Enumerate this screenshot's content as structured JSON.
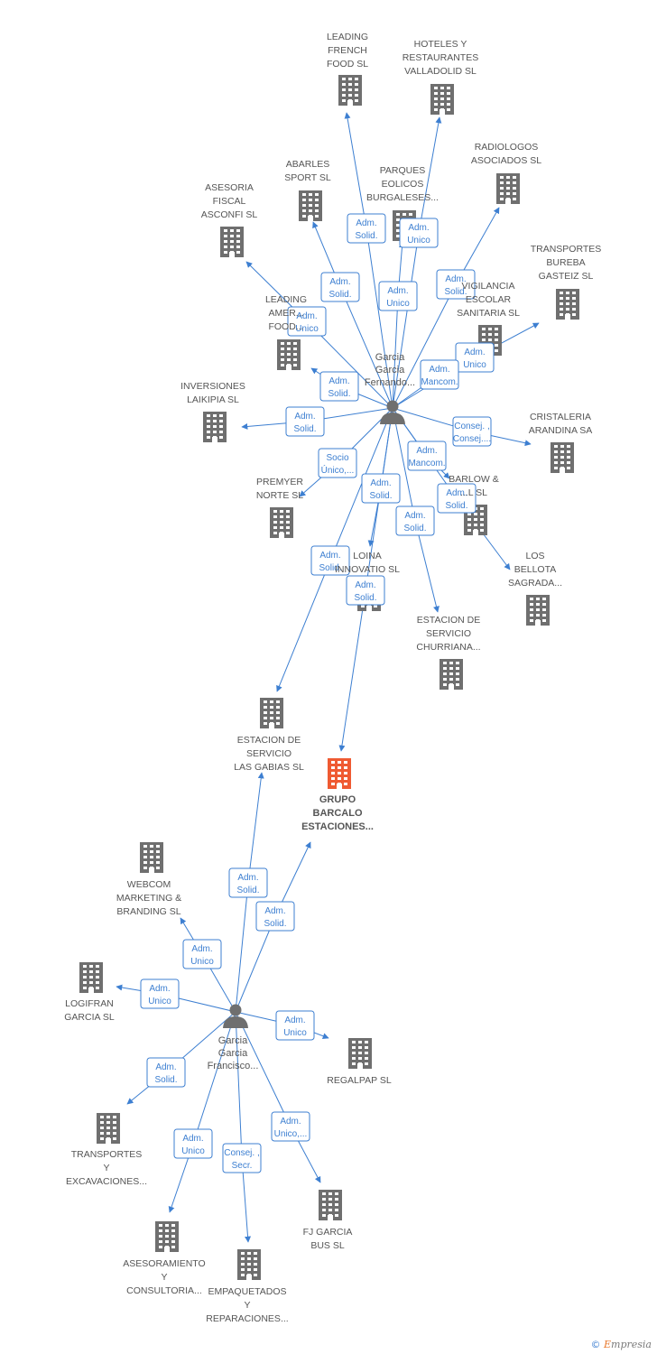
{
  "colors": {
    "edge": "#3d7fd1",
    "building": "#6f6f6f",
    "center_building": "#ef5a32",
    "person": "#6f6f6f",
    "label": "#555555"
  },
  "persons": [
    {
      "id": "p1",
      "name": "Garcia Garcia Fernando...",
      "lines": [
        "Garcia",
        "Garcia",
        "Fernando..."
      ]
    },
    {
      "id": "p2",
      "name": "Garcia Garcia Francisco...",
      "lines": [
        "Garcia",
        "Garcia",
        "Francisco..."
      ]
    }
  ],
  "center": {
    "id": "c0",
    "lines": [
      "GRUPO",
      "BARCALO",
      "ESTACIONES..."
    ]
  },
  "companies": [
    {
      "id": "c1",
      "lines": [
        "LEADING",
        "FRENCH",
        "FOOD SL"
      ]
    },
    {
      "id": "c2",
      "lines": [
        "HOTELES Y",
        "RESTAURANTES",
        "VALLADOLID SL"
      ]
    },
    {
      "id": "c3",
      "lines": [
        "RADIOLOGOS",
        "ASOCIADOS  SL"
      ]
    },
    {
      "id": "c4",
      "lines": [
        "ABARLES",
        "SPORT  SL"
      ]
    },
    {
      "id": "c5",
      "lines": [
        "PARQUES",
        "EOLICOS",
        "BURGALESES..."
      ]
    },
    {
      "id": "c6",
      "lines": [
        "ASESORIA",
        "FISCAL",
        "ASCONFI  SL"
      ]
    },
    {
      "id": "c7",
      "lines": [
        "TRANSPORTES",
        "BUREBA",
        "GASTEIZ SL"
      ]
    },
    {
      "id": "c8",
      "lines": [
        "LEADING",
        "AMER...",
        "FOOD..."
      ]
    },
    {
      "id": "c9",
      "lines": [
        "VIGILANCIA",
        "ESCOLAR",
        "SANITARIA SL"
      ]
    },
    {
      "id": "c10",
      "lines": [
        "INVERSIONES",
        "LAIKIPIA  SL"
      ]
    },
    {
      "id": "c11",
      "lines": [
        "CRISTALERIA",
        "ARANDINA SA"
      ]
    },
    {
      "id": "c12",
      "lines": [
        "PREMYER",
        "NORTE SL"
      ]
    },
    {
      "id": "c13",
      "lines": [
        "BARLOW &",
        "...L SL"
      ]
    },
    {
      "id": "c14",
      "lines": [
        "LOINA",
        "INNOVATIO SL"
      ]
    },
    {
      "id": "c15",
      "lines": [
        "LOS",
        "BELLOTA",
        "SAGRADA..."
      ]
    },
    {
      "id": "c16",
      "lines": [
        "ESTACION DE",
        "SERVICIO",
        "CHURRIANA..."
      ]
    },
    {
      "id": "c17",
      "lines": [
        "ESTACION DE",
        "SERVICIO",
        "LAS GABIAS SL"
      ]
    },
    {
      "id": "c18",
      "lines": [
        "WEBCOM",
        "MARKETING &",
        "BRANDING  SL"
      ]
    },
    {
      "id": "c19",
      "lines": [
        "LOGIFRAN",
        "GARCIA SL"
      ]
    },
    {
      "id": "c20",
      "lines": [
        "REGALPAP SL"
      ]
    },
    {
      "id": "c21",
      "lines": [
        "TRANSPORTES",
        "Y",
        "EXCAVACIONES..."
      ]
    },
    {
      "id": "c22",
      "lines": [
        "ASESORAMIENTO",
        "Y",
        "CONSULTORIA..."
      ]
    },
    {
      "id": "c23",
      "lines": [
        "EMPAQUETADOS",
        "Y",
        "REPARACIONES..."
      ]
    },
    {
      "id": "c24",
      "lines": [
        "FJ GARCIA",
        "BUS  SL"
      ]
    }
  ],
  "edges": [
    {
      "from": "p1",
      "to": "c1",
      "label": [
        "Adm.",
        "Solid."
      ]
    },
    {
      "from": "p1",
      "to": "c2",
      "label": [
        "Adm.",
        "Unico"
      ]
    },
    {
      "from": "p1",
      "to": "c3",
      "label": [
        "Adm.",
        "Solid."
      ]
    },
    {
      "from": "p1",
      "to": "c4",
      "label": [
        "Adm.",
        "Solid."
      ]
    },
    {
      "from": "p1",
      "to": "c5",
      "label": [
        "Adm.",
        "Unico"
      ]
    },
    {
      "from": "p1",
      "to": "c6",
      "label": [
        "Adm.",
        "Unico"
      ]
    },
    {
      "from": "p1",
      "to": "c7",
      "label": [
        "Adm.",
        "Unico"
      ]
    },
    {
      "from": "p1",
      "to": "c8",
      "label": [
        "Adm.",
        "Solid."
      ]
    },
    {
      "from": "p1",
      "to": "c9",
      "label": [
        "Adm.",
        "Mancom."
      ]
    },
    {
      "from": "p1",
      "to": "c10",
      "label": [
        "Adm.",
        "Solid."
      ]
    },
    {
      "from": "p1",
      "to": "c11",
      "label": [
        "Consej. ,",
        "Consej...."
      ]
    },
    {
      "from": "p1",
      "to": "c12",
      "label": [
        "Socio",
        "Único,..."
      ]
    },
    {
      "from": "p1",
      "to": "c13",
      "label": [
        "Adm.",
        "Mancom."
      ]
    },
    {
      "from": "p1",
      "to": "c15",
      "label": [
        "Adm.",
        "Solid."
      ]
    },
    {
      "from": "p1",
      "to": "c14",
      "label": [
        "Adm.",
        "Solid."
      ]
    },
    {
      "from": "p1",
      "to": "c16",
      "label": [
        "Adm.",
        "Solid."
      ]
    },
    {
      "from": "p1",
      "to": "c17",
      "label": [
        "Adm.",
        "Solid."
      ]
    },
    {
      "from": "p1",
      "to": "c0",
      "label": [
        "Adm.",
        "Solid."
      ]
    },
    {
      "from": "p2",
      "to": "c17",
      "label": [
        "Adm.",
        "Solid."
      ]
    },
    {
      "from": "p2",
      "to": "c0",
      "label": [
        "Adm.",
        "Solid."
      ]
    },
    {
      "from": "p2",
      "to": "c18",
      "label": [
        "Adm.",
        "Unico"
      ]
    },
    {
      "from": "p2",
      "to": "c19",
      "label": [
        "Adm.",
        "Unico"
      ]
    },
    {
      "from": "p2",
      "to": "c20",
      "label": [
        "Adm.",
        "Unico"
      ]
    },
    {
      "from": "p2",
      "to": "c21",
      "label": [
        "Adm.",
        "Solid."
      ]
    },
    {
      "from": "p2",
      "to": "c22",
      "label": [
        "Adm.",
        "Unico"
      ]
    },
    {
      "from": "p2",
      "to": "c23",
      "label": [
        "Consej. ,",
        "Secr."
      ]
    },
    {
      "from": "p2",
      "to": "c24",
      "label": [
        "Adm.",
        "Unico,..."
      ]
    }
  ],
  "footer": {
    "copyright": "©",
    "brand_e": "E",
    "brand_rest": "mpresia"
  }
}
